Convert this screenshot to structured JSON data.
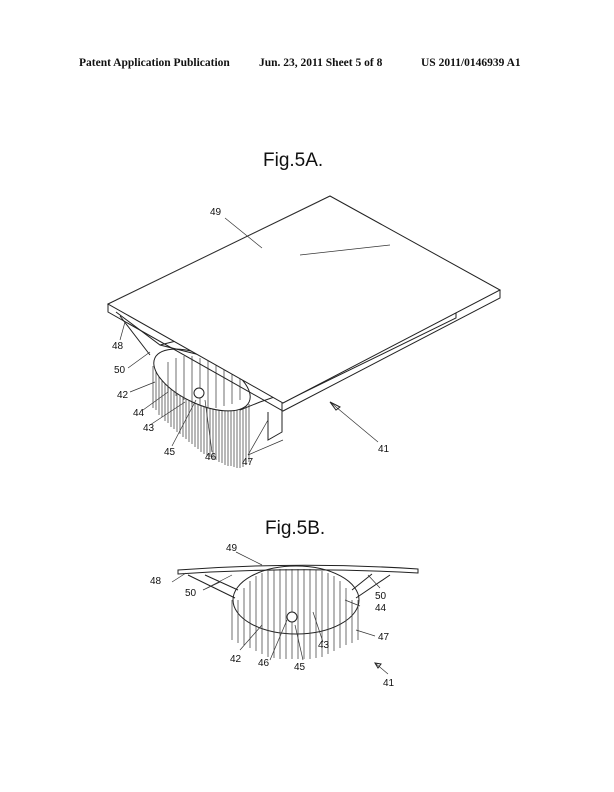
{
  "header": {
    "publication": "Patent Application Publication",
    "date_sheet": "Jun. 23, 2011   Sheet 5 of 8",
    "number": "US 2011/0146939 A1"
  },
  "figures": [
    {
      "title": "Fig.5A.",
      "labels": {
        "l49": "49",
        "l48": "48",
        "l50": "50",
        "l42": "42",
        "l44": "44",
        "l43": "43",
        "l45": "45",
        "l46": "46",
        "l47": "47",
        "l41": "41"
      }
    },
    {
      "title": "Fig.5B.",
      "labels": {
        "l49": "49",
        "l48": "48",
        "l50a": "50",
        "l50b": "50",
        "l44": "44",
        "l47": "47",
        "l42": "42",
        "l46": "46",
        "l45": "45",
        "l43": "43",
        "l41": "41"
      }
    }
  ]
}
